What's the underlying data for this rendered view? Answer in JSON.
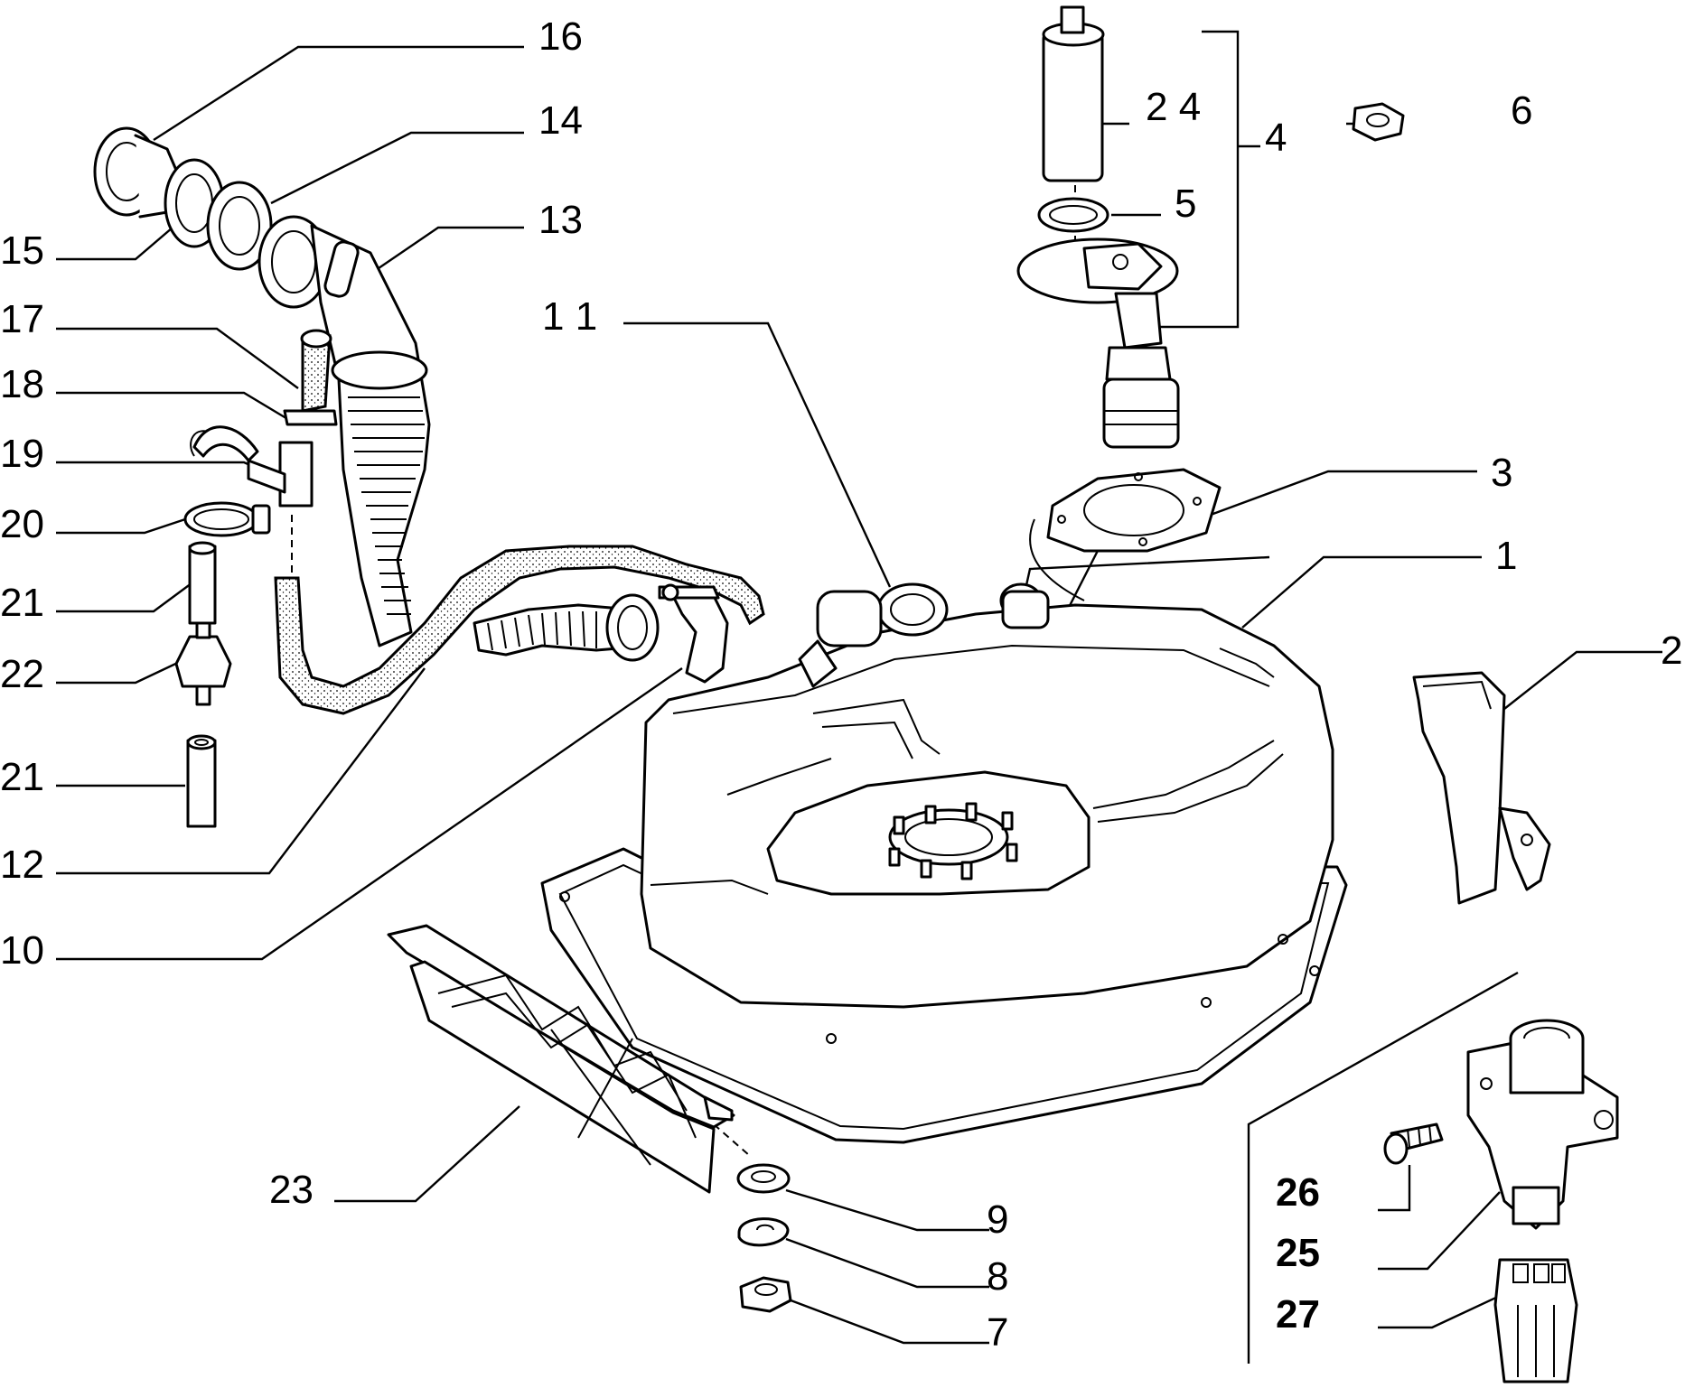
{
  "callouts": [
    {
      "id": "16",
      "text": "16"
    },
    {
      "id": "14",
      "text": "14"
    },
    {
      "id": "13",
      "text": "13"
    },
    {
      "id": "15",
      "text": "15"
    },
    {
      "id": "17",
      "text": "17"
    },
    {
      "id": "18",
      "text": "18"
    },
    {
      "id": "19",
      "text": "19"
    },
    {
      "id": "20",
      "text": "20"
    },
    {
      "id": "21a",
      "text": "21"
    },
    {
      "id": "22",
      "text": "22"
    },
    {
      "id": "21b",
      "text": "21"
    },
    {
      "id": "12",
      "text": "12"
    },
    {
      "id": "10",
      "text": "10"
    },
    {
      "id": "11",
      "text": "1 1"
    },
    {
      "id": "24",
      "text": "2 4"
    },
    {
      "id": "4",
      "text": "4"
    },
    {
      "id": "5",
      "text": "5"
    },
    {
      "id": "6",
      "text": "6"
    },
    {
      "id": "3",
      "text": "3"
    },
    {
      "id": "1",
      "text": "1"
    },
    {
      "id": "2",
      "text": "2"
    },
    {
      "id": "23",
      "text": "23"
    },
    {
      "id": "9",
      "text": "9"
    },
    {
      "id": "8",
      "text": "8"
    },
    {
      "id": "7",
      "text": "7"
    },
    {
      "id": "26",
      "text": "26"
    },
    {
      "id": "25",
      "text": "25"
    },
    {
      "id": "27",
      "text": "27"
    }
  ]
}
